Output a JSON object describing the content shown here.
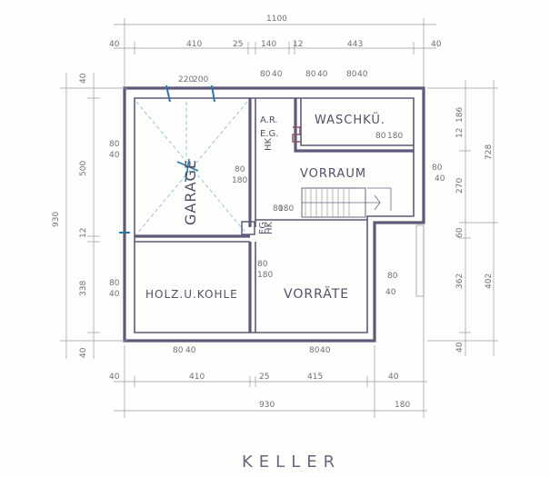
{
  "drawing_title": "KELLER",
  "rooms": {
    "garage": "GARAGE",
    "waschkueche": "WASCHKÜ.",
    "vorraum": "VORRAUM",
    "holz_kohle": "HOLZ.U.KOHLE",
    "vorraete": "VORRÄTE",
    "ar": "A.R.",
    "eg": "E.G.",
    "hk": "HK",
    "eg_small": "EG",
    "hk_small": "HK"
  },
  "dims_top": {
    "total": "1100",
    "left_wall": "40",
    "garage": "410",
    "mid_wall": "25",
    "ar_width": "140",
    "ar_wall": "12",
    "wasch": "443",
    "right_wall": "40",
    "door_top_1": "220",
    "door_top_2": "200"
  },
  "dims_bottom": {
    "left_wall": "40",
    "holz": "410",
    "mid_wall": "25",
    "vorraete": "415",
    "right_wall": "40",
    "total_930": "930",
    "step_180": "180"
  },
  "dims_left": {
    "top_wall": "40",
    "garage_depth": "500",
    "total": "930",
    "mid_wall": "12",
    "holz_depth": "338",
    "bottom_wall": "40"
  },
  "dims_right": {
    "v12": "12",
    "v186": "186",
    "v728": "728",
    "v270": "270",
    "v60": "60",
    "v362": "362",
    "v402": "402",
    "v40": "40"
  },
  "openings": {
    "w80": "80",
    "w40": "40",
    "d80": "80",
    "d180": "180"
  }
}
